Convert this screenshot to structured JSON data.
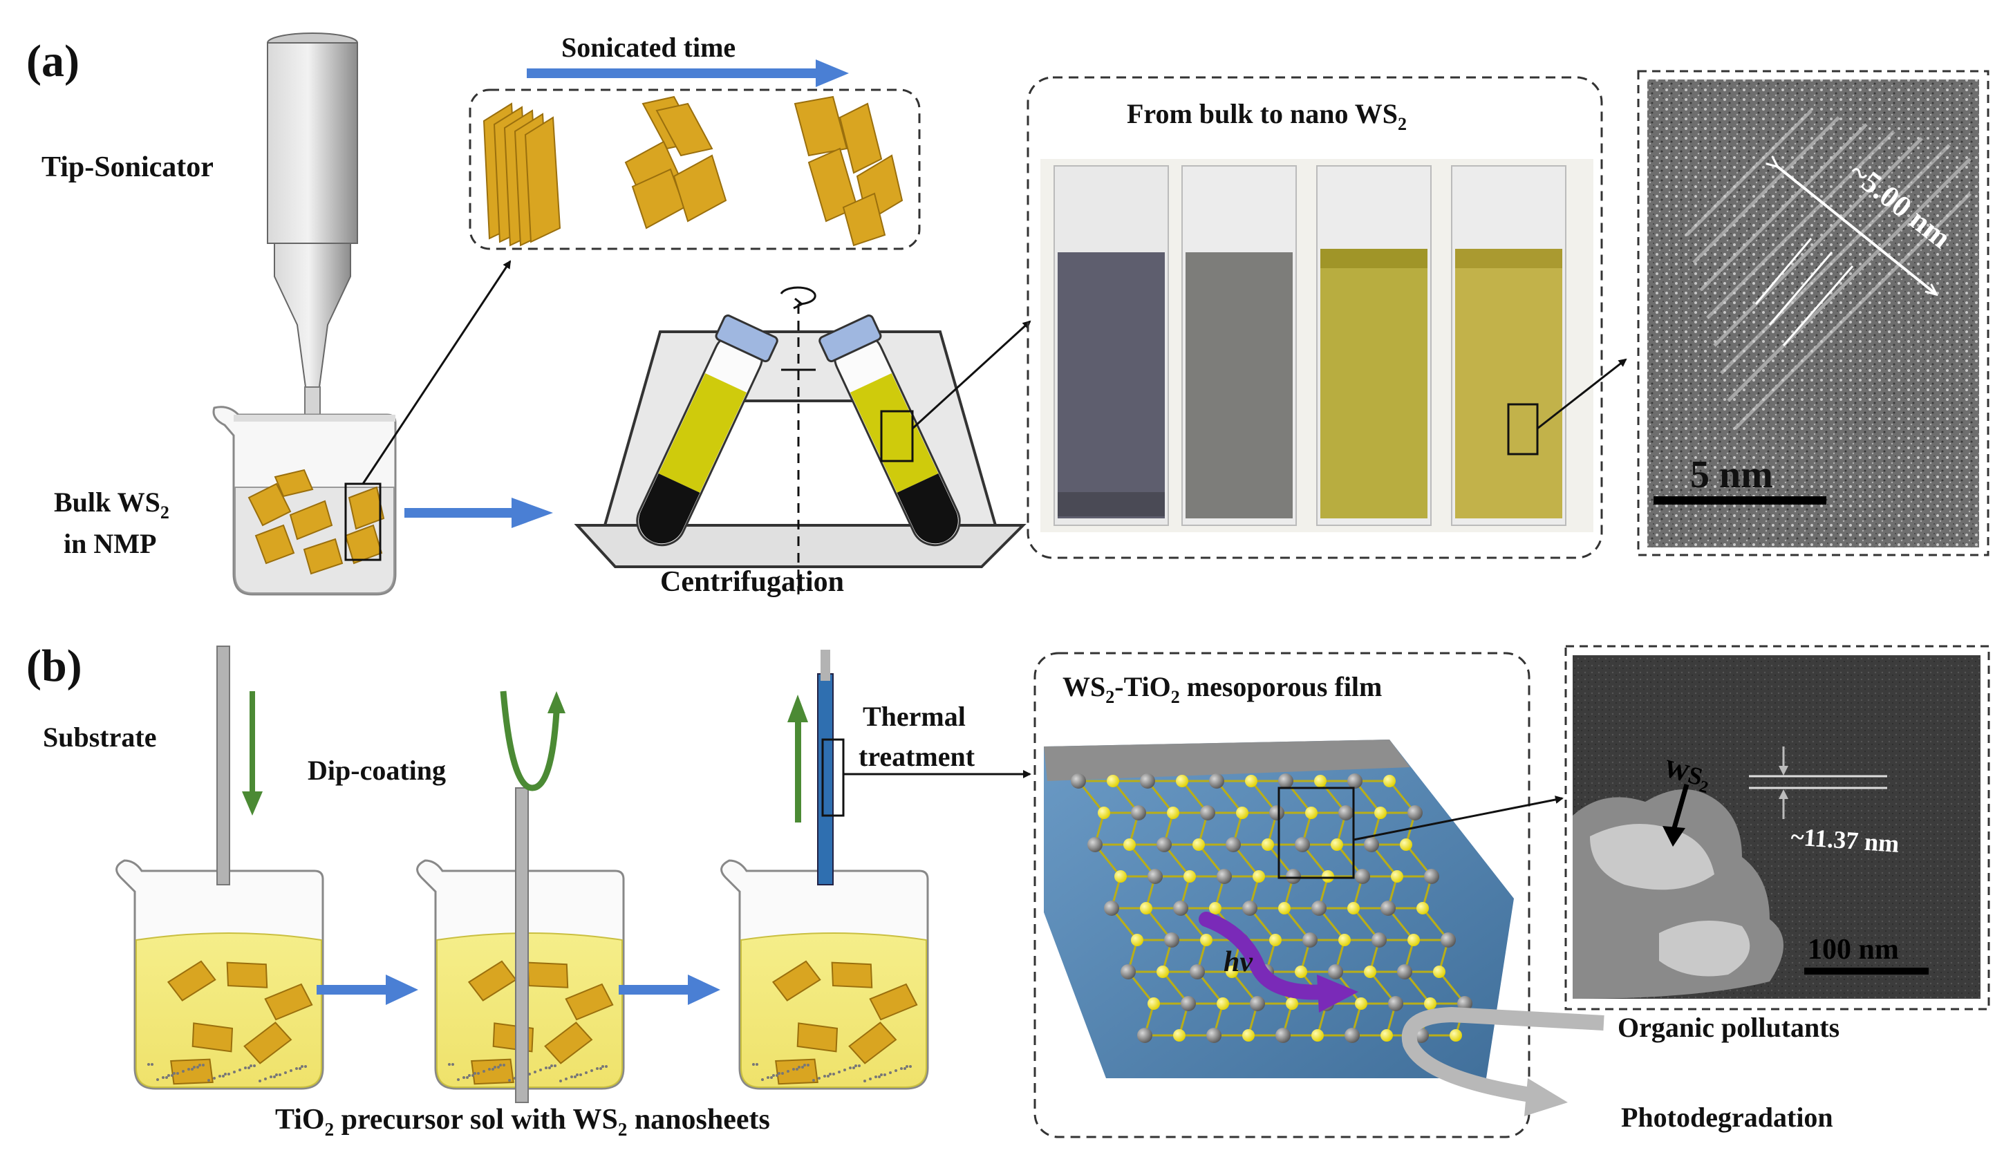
{
  "panel_a": {
    "label": "(a)",
    "tip_sonicator": "Tip-Sonicator",
    "sonicated_time": "Sonicated time",
    "bulk_ws2_line1": "Bulk WS",
    "bulk_ws2_sub": "2",
    "bulk_ws2_line2": "in NMP",
    "centrifugation": "Centrifugation",
    "bulk_to_nano": "From bulk to nano WS",
    "bulk_to_nano_sub": "2",
    "tem_scale_bar": "5 nm",
    "tem_spacing": "~5.00 nm"
  },
  "panel_b": {
    "label": "(b)",
    "substrate": "Substrate",
    "dip_coating": "Dip-coating",
    "thermal_line1": "Thermal",
    "thermal_line2": "treatment",
    "sol_pre": "TiO",
    "sol_sub1": "2",
    "sol_mid": " precursor sol with WS",
    "sol_sub2": "2",
    "sol_post": " nanosheets",
    "film_a": "WS",
    "film_sub1": "2",
    "film_b": "-TiO",
    "film_sub2": "2",
    "film_c": " mesoporous film",
    "hv": "hv",
    "organic_pollutants": "Organic pollutants",
    "photodegradation": "Photodegradation",
    "sem_ws2": "WS",
    "sem_ws2_sub": "2",
    "sem_spacing": "~11.37 nm",
    "sem_scale_bar": "100 nm"
  },
  "colors": {
    "flake": "#d9a521",
    "flake_edge": "#9a6f0d",
    "arrow_blue": "#4a7fd4",
    "arrow_green": "#4b8a34",
    "solution_yellow": "#cfcb0c",
    "film_blue": "#3d6fa0",
    "atom_yellow": "#f2e51d",
    "atom_gray": "#7a7a7a",
    "purple": "#7a2ab8"
  }
}
